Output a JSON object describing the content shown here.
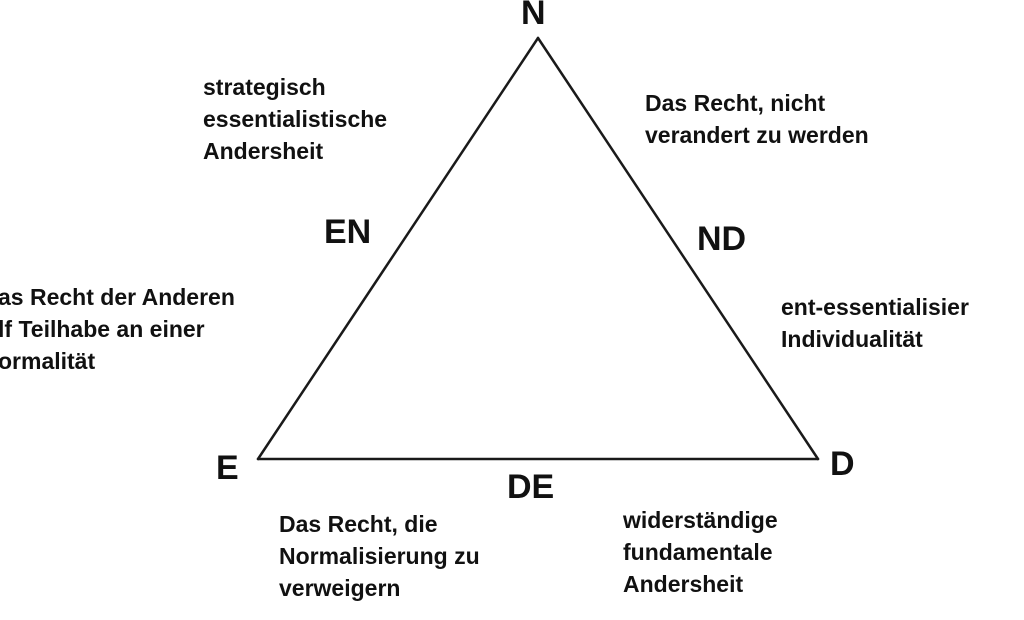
{
  "vertices": {
    "n": "N",
    "e": "E",
    "d": "D"
  },
  "edges": {
    "en": "EN",
    "nd": "ND",
    "de": "DE"
  },
  "notes": {
    "top_left": [
      "strategisch",
      "essentialistische",
      "Andersheit"
    ],
    "top_right": [
      "Das Recht, nicht",
      "verandert zu werden"
    ],
    "left": [
      "as Recht der Anderen",
      "lf Teilhabe an einer",
      "ormalität"
    ],
    "right": [
      "ent-essentialisier",
      "Individualität"
    ],
    "bottom_left": [
      "Das Recht, die",
      "Normalisierung zu",
      "verweigern"
    ],
    "bottom_right": [
      "widerständige",
      "fundamentale",
      "Andersheit"
    ]
  },
  "colors": {
    "line": "#1a1a1a",
    "text": "#111111"
  }
}
